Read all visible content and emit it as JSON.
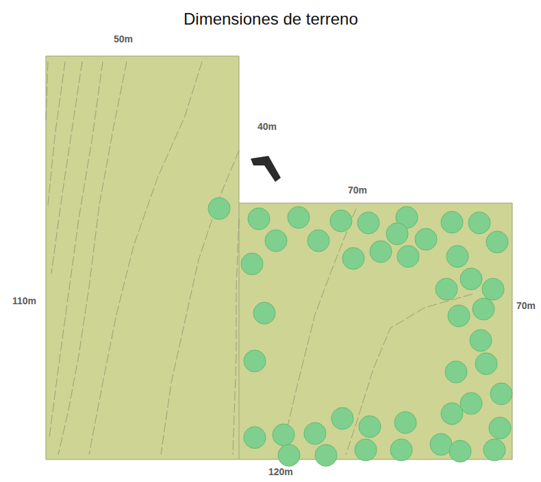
{
  "diagram": {
    "title": "Dimensiones de terreno",
    "labels": [
      "50m",
      "40m",
      "70m",
      "110m",
      "70m",
      "120m"
    ]
  }
}
